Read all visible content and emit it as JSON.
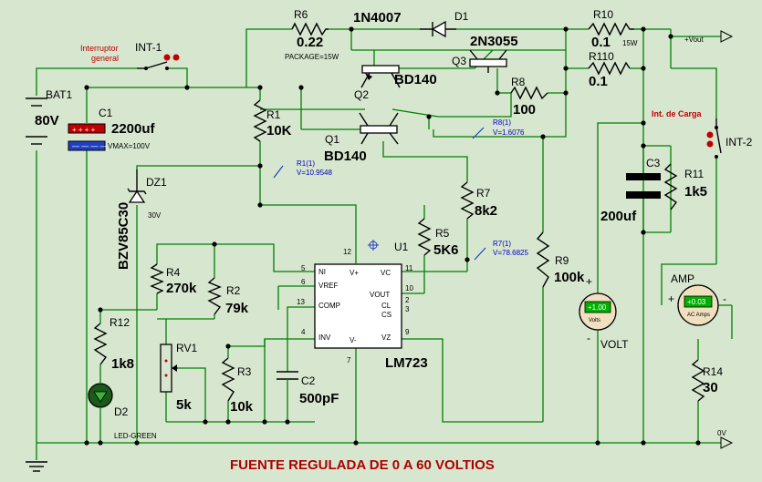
{
  "title": "FUENTE REGULADA DE 0 A 60 VOLTIOS",
  "components": {
    "bat1": {
      "ref": "BAT1",
      "value": "80V"
    },
    "int1": {
      "ref": "INT-1",
      "caption": [
        "Interruptor",
        "general"
      ]
    },
    "c1": {
      "ref": "C1",
      "value": "2200uf",
      "note": "VMAX=100V"
    },
    "r1": {
      "ref": "R1",
      "value": "10K"
    },
    "r6": {
      "ref": "R6",
      "value": "0.22",
      "note": "PACKAGE=15W"
    },
    "d1": {
      "ref": "D1",
      "part": "1N4007"
    },
    "q1": {
      "ref": "Q1",
      "part": "BD140"
    },
    "q2": {
      "ref": "Q2",
      "part": "BD140"
    },
    "q3": {
      "ref": "Q3",
      "part": "2N3055"
    },
    "r8": {
      "ref": "R8",
      "value": "100"
    },
    "r10": {
      "ref": "R10",
      "value": "0.1",
      "note": "15W"
    },
    "r110": {
      "ref": "R110",
      "value": "0.1"
    },
    "r7": {
      "ref": "R7",
      "value": "8k2"
    },
    "r5": {
      "ref": "R5",
      "value": "5K6"
    },
    "dz1": {
      "ref": "DZ1",
      "part": "BZV85C30",
      "value": "30V"
    },
    "r4": {
      "ref": "R4",
      "value": "270k"
    },
    "r2": {
      "ref": "R2",
      "value": "79k"
    },
    "r3": {
      "ref": "R3",
      "value": "10k"
    },
    "rv1": {
      "ref": "RV1",
      "value": "5k"
    },
    "r12": {
      "ref": "R12",
      "value": "1k8"
    },
    "d2": {
      "ref": "D2",
      "part": "LED-GREEN"
    },
    "c2": {
      "ref": "C2",
      "value": "500pF"
    },
    "u1": {
      "ref": "U1",
      "part": "LM723"
    },
    "r9": {
      "ref": "R9",
      "value": "100k"
    },
    "c3": {
      "ref": "C3",
      "value": "200uf"
    },
    "r11": {
      "ref": "R11",
      "value": "1k5"
    },
    "int2": {
      "ref": "INT-2",
      "caption": "Int. de Carga"
    },
    "amp": {
      "ref": "AMP",
      "reading": "+0.03",
      "unit": "AC Amps"
    },
    "volt": {
      "ref": "VOLT",
      "reading": "+1.00",
      "unit": "Volts"
    },
    "r14": {
      "ref": "R14",
      "value": "30"
    }
  },
  "probes": {
    "r1": {
      "name": "R1(1)",
      "value": "V=10.9548"
    },
    "r8": {
      "name": "R8(1)",
      "value": "V=1.6076"
    },
    "r7": {
      "name": "R7(1)",
      "value": "V=78.6825"
    }
  },
  "terminals": {
    "vout": "+Vout",
    "gnd": "0V"
  },
  "ic_pins": {
    "ni": "NI",
    "vref": "VREF",
    "comp": "COMP",
    "inv": "INV",
    "vplus": "V+",
    "vminus": "V-",
    "vc": "VC",
    "vout": "VOUT",
    "cl": "CL",
    "cs": "CS",
    "vz": "VZ",
    "n12": "12",
    "n5": "5",
    "n6": "6",
    "n13": "13",
    "n4": "4",
    "n11": "11",
    "n10": "10",
    "n2": "2",
    "n3": "3",
    "n9": "9",
    "n7": "7"
  },
  "colors": {
    "wire": "#008000",
    "background": "#d7e6cf",
    "title": "#b00000",
    "probe": "#0000c0"
  }
}
